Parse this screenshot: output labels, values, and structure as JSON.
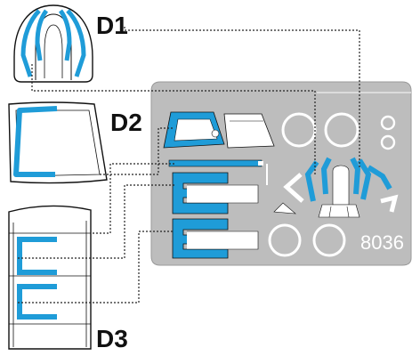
{
  "labels": {
    "d1": "D1",
    "d2": "D2",
    "d3": "D3",
    "sheet_code": "8036"
  },
  "colors": {
    "mask_blue": "#1f9cd8",
    "sheet_fill": "#bdbdbd",
    "part_outline": "#111111",
    "leader_line": "#222222",
    "cutout_white": "#ffffff"
  }
}
